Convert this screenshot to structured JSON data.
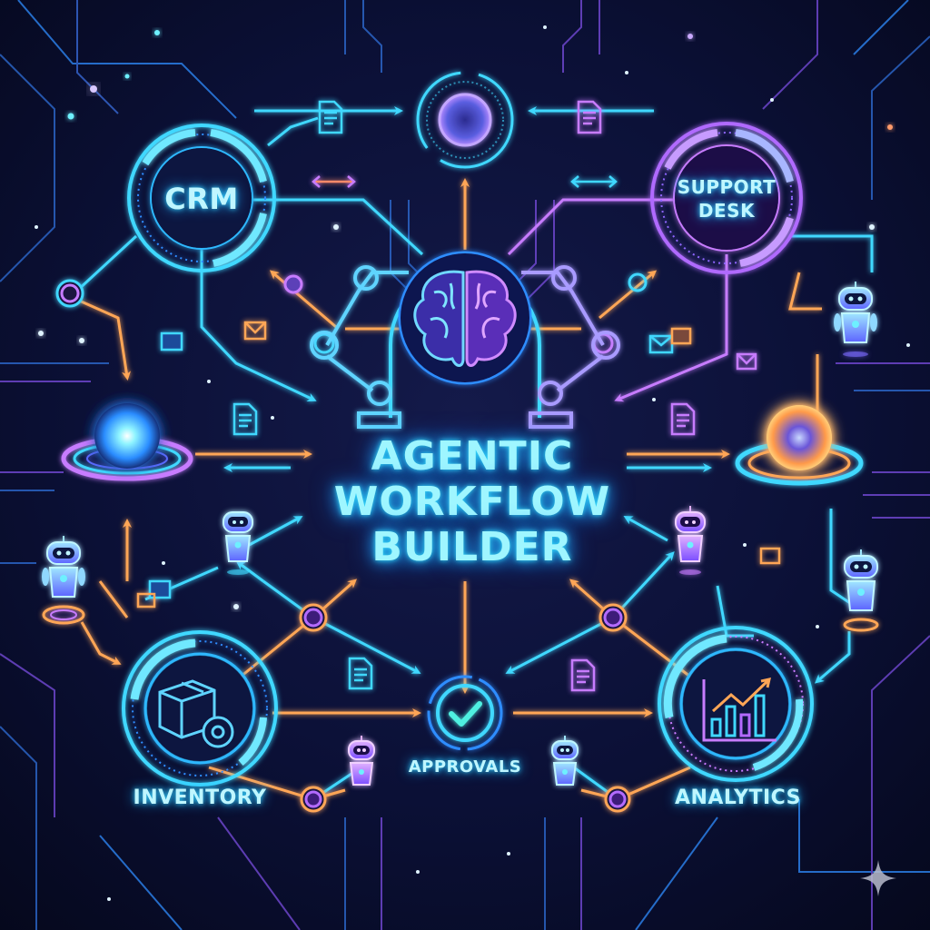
{
  "title": {
    "line1": "AGENTIC",
    "line2": "WORKFLOW",
    "line3": "BUILDER"
  },
  "nodes": {
    "crm": {
      "label": "CRM",
      "icon": "crm-ring"
    },
    "support_desk": {
      "label_line1": "SUPPORT",
      "label_line2": "DESK",
      "icon": "support-ring"
    },
    "top_hub": {
      "icon": "glowing-orb"
    },
    "brain": {
      "icon": "brain-with-robot-arms"
    },
    "left_orb": {
      "icon": "blue-energy-orb"
    },
    "right_orb": {
      "icon": "orange-energy-orb"
    },
    "inventory": {
      "label": "INVENTORY",
      "icon": "box-with-gear"
    },
    "approvals": {
      "label": "APPROVALS",
      "icon": "checkmark-circle"
    },
    "analytics": {
      "label": "ANALYTICS",
      "icon": "bar-chart-trend"
    }
  },
  "agents": [
    {
      "name": "robot-right-upper"
    },
    {
      "name": "robot-left-lower"
    },
    {
      "name": "robot-center-left"
    },
    {
      "name": "robot-center-right"
    },
    {
      "name": "robot-right-lower"
    },
    {
      "name": "robot-approvals-left"
    },
    {
      "name": "robot-approvals-right"
    }
  ],
  "floating_icons": [
    "document-icon",
    "envelope-icon",
    "bidirectional-arrow-icon"
  ],
  "colors": {
    "background": "#070b24",
    "cyan": "#3fd8ff",
    "blue": "#2f8dff",
    "purple": "#a25cff",
    "magenta": "#d27bff",
    "orange": "#ffa657",
    "text": "#bff6ff"
  },
  "watermark": {
    "icon": "sparkle-icon"
  }
}
